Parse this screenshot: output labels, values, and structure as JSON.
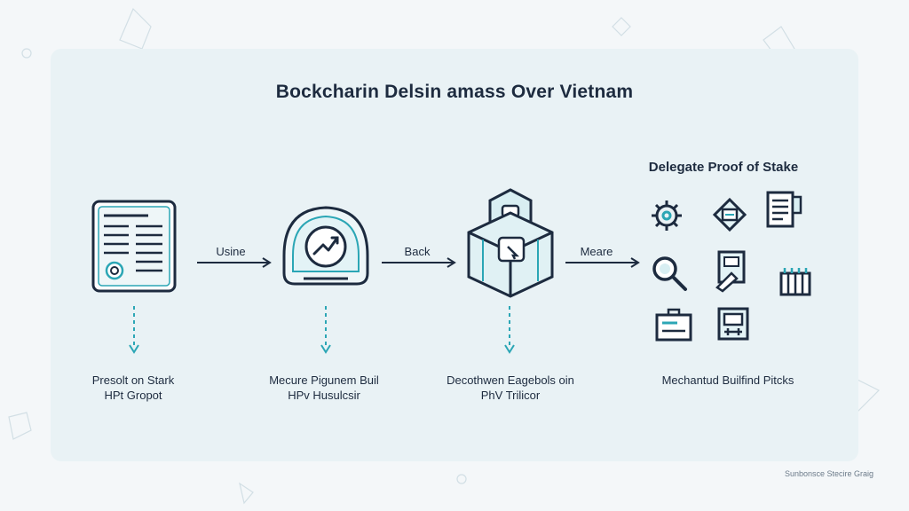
{
  "title": "Boсkcharin Delsin amass Over Vietnam",
  "subtitle": "Delegate Proof of Stake",
  "steps": [
    {
      "line1": "Presolt on Stark",
      "line2": "HPt Gropot"
    },
    {
      "line1": "Mecure Pigunem Buil",
      "line2": "HPv Husulcsir"
    },
    {
      "line1": "Decothwen Eagebols oin",
      "line2": "PhV Trilicor"
    },
    {
      "line1": "Mechantud Builfind Pitcks",
      "line2": ""
    }
  ],
  "connectors": [
    "Usine",
    "Back",
    "Meare"
  ],
  "footer": "Sunbonsce Stecire Graig",
  "colors": {
    "navy": "#1d2b3f",
    "teal": "#2ba6b5",
    "panel": "#e9f2f5",
    "bg": "#f4f7f9"
  }
}
